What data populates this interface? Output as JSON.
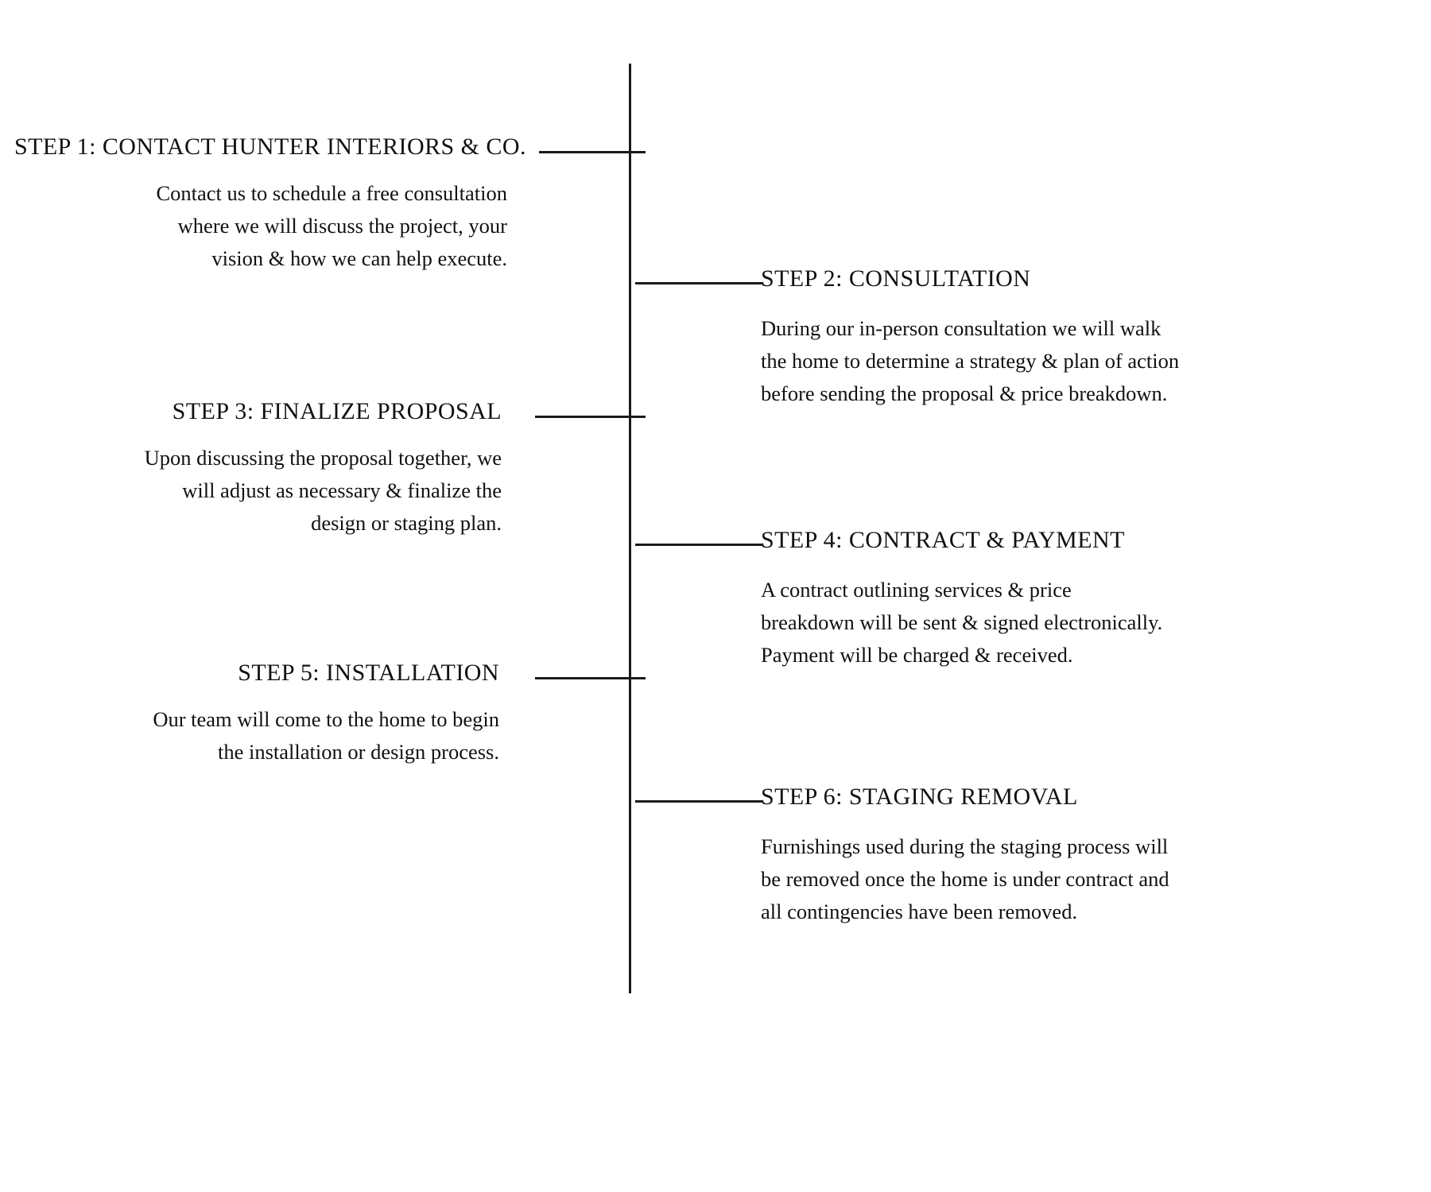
{
  "diagram": {
    "type": "vertical-timeline",
    "orientation": "vertical",
    "spine_color": "#1a1a1a",
    "background_color": "#ffffff",
    "text_color": "#111111",
    "steps": [
      {
        "id": "step-1",
        "side": "left",
        "number": "1",
        "heading": "STEP 1: CONTACT HUNTER INTERIORS & CO.",
        "body": "Contact us to schedule a free consultation where we will discuss the project, your vision &  how we can help execute.",
        "body_lines": [
          "Contact us to schedule a free consultation",
          "where we will discuss the project, your",
          "vision &  how we can help execute."
        ]
      },
      {
        "id": "step-2",
        "side": "right",
        "number": "2",
        "heading": "STEP 2: CONSULTATION",
        "body": "During our in-person consultation we will walk the home to determine a strategy & plan of action before sending the proposal & price breakdown.",
        "body_lines": [
          "During our in-person consultation we will walk",
          "the home to determine a strategy & plan of action",
          "before sending the proposal & price breakdown."
        ]
      },
      {
        "id": "step-3",
        "side": "left",
        "number": "3",
        "heading": "STEP 3: FINALIZE PROPOSAL",
        "body": "Upon discussing the proposal together, we will adjust as necessary & finalize the design or staging plan.",
        "body_lines": [
          "Upon discussing the proposal together, we",
          "will adjust as necessary & finalize the",
          "design or staging plan."
        ]
      },
      {
        "id": "step-4",
        "side": "right",
        "number": "4",
        "heading": "STEP 4: CONTRACT & PAYMENT",
        "body": "A contract outlining services & price breakdown will be sent & signed electronically. Payment will be charged & received.",
        "body_lines": [
          "A contract outlining services & price",
          "breakdown will be sent & signed electronically.",
          "Payment will be charged & received."
        ]
      },
      {
        "id": "step-5",
        "side": "left",
        "number": "5",
        "heading": "STEP 5: INSTALLATION",
        "body": "Our team will come to the home to begin the installation or design process.",
        "body_lines": [
          "Our team will come to the home to begin",
          "the installation or design process."
        ]
      },
      {
        "id": "step-6",
        "side": "right",
        "number": "6",
        "heading": "STEP 6: STAGING REMOVAL",
        "body": "Furnishings used during the staging process will be removed once the home is under contract and all contingencies have been removed.",
        "body_lines": [
          "Furnishings used during the staging process will",
          "be removed once the home is under contract and",
          "all contingencies have been removed."
        ]
      }
    ]
  }
}
